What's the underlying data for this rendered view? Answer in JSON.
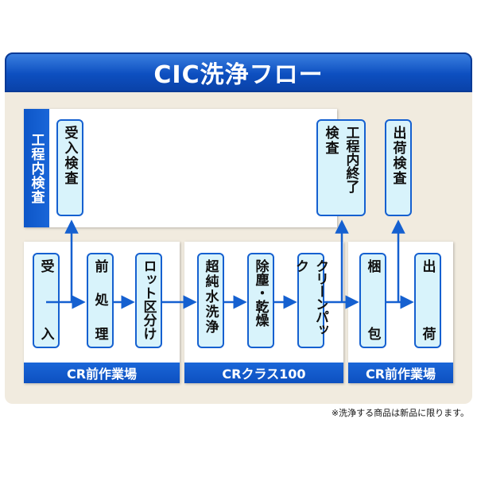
{
  "title": "CIC洗浄フロー",
  "inspection_label": "工程内検査",
  "zones": {
    "left": "CR前作業場",
    "center": "CRクラス100",
    "right": "CR前作業場"
  },
  "steps": {
    "receive_inspect": "受入検査",
    "final_inspect_a": "工程内終了",
    "final_inspect_b": "検査",
    "ship_inspect": "出荷検査",
    "receive": [
      "受",
      "入"
    ],
    "preprocess": [
      "前",
      "処",
      "理"
    ],
    "lot_sort": "ロット区分け",
    "ultrapure_wash": "超純水洗浄",
    "dust_dry": "除塵・乾燥",
    "clean_pack": "クリーンパック",
    "pack": [
      "梱",
      "包"
    ],
    "ship": [
      "出",
      "荷"
    ]
  },
  "note": "※洗浄する商品は新品に限ります。",
  "colors": {
    "primary": "#0d50c0",
    "box_fill": "#d8f3fb",
    "background": "#f1ebdf"
  }
}
